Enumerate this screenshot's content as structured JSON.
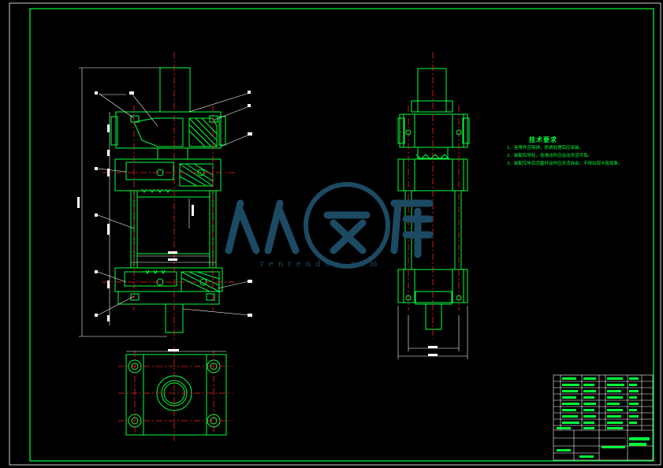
{
  "drawing": {
    "background": "#000000",
    "frame_color": "#ffffff",
    "line_color": "#00ff3c",
    "centerline_color": "#ff2020",
    "dimension_color": "#ffffff"
  },
  "tech_requirements": {
    "title": "技术要求",
    "items": [
      "1、各零件应除锈，防锈处理后应涂装。",
      "2、装配后导柱，各滑动件应运动灵活可靠。",
      "3、装配完毕后活塞杆动作应灵活自由，不得出现卡阻现象。"
    ]
  },
  "watermark": {
    "brand": "人人文库",
    "url": "renrendoc.com",
    "color": "#1d4a63"
  }
}
